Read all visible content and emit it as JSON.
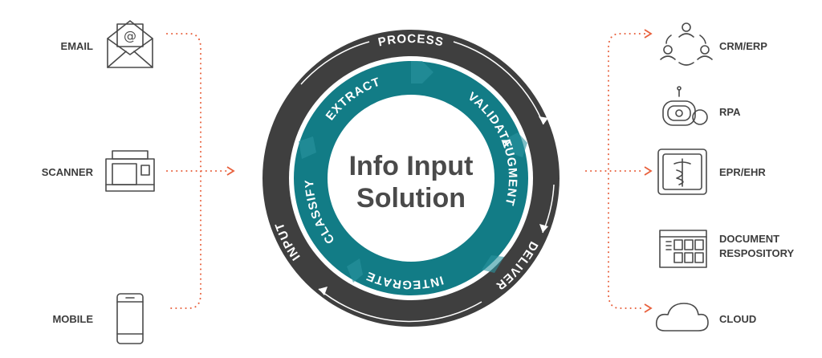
{
  "center": {
    "line1": "Info Input",
    "line2": "Solution"
  },
  "outer_ring": {
    "process": "PROCESS",
    "deliver": "DELIVER",
    "input": "INPUT"
  },
  "inner_ring": {
    "extract": "EXTRACT",
    "validate": "VALIDATE",
    "augment": "AUGMENT",
    "integrate": "INTEGRATE",
    "classify": "CLASSIFY"
  },
  "inputs": {
    "email": "EMAIL",
    "scanner": "SCANNER",
    "mobile": "MOBILE"
  },
  "outputs": {
    "crm": "CRM/ERP",
    "rpa": "RPA",
    "epr": "EPR/EHR",
    "doc_line1": "DOCUMENT",
    "doc_line2": "RESPOSITORY",
    "cloud": "CLOUD"
  },
  "colors": {
    "outer_ring": "#3f3f3f",
    "inner_ring": "#127c86",
    "inner_ring_light": "#2a95a0",
    "connector": "#e8603c",
    "text": "#3d3d3d"
  }
}
